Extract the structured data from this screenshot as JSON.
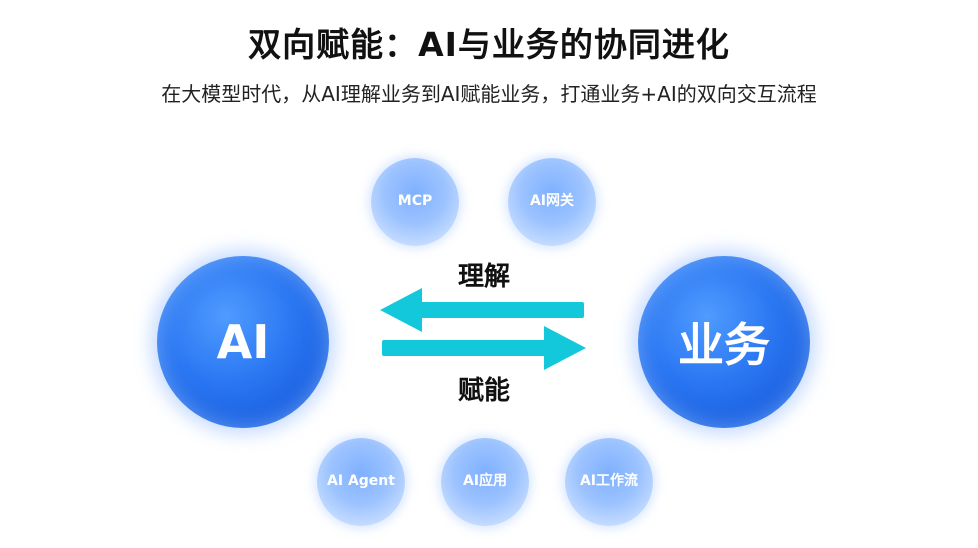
{
  "title": "双向赋能：AI与业务的协同进化",
  "subtitle": "在大模型时代，从AI理解业务到AI赋能业务，打通业务+AI的双向交互流程",
  "nodes": {
    "ai": "AI",
    "business": "业务",
    "mcp": "MCP",
    "ai_gateway": "AI网关",
    "ai_agent": "AI Agent",
    "ai_application": "AI应用",
    "ai_workflow": "AI工作流"
  },
  "edges": {
    "understand": "理解",
    "empower": "赋能"
  },
  "colors": {
    "arrow": "#14c8dc",
    "big_orb": "#2a76f2",
    "small_orb": "#9cc3ff"
  }
}
